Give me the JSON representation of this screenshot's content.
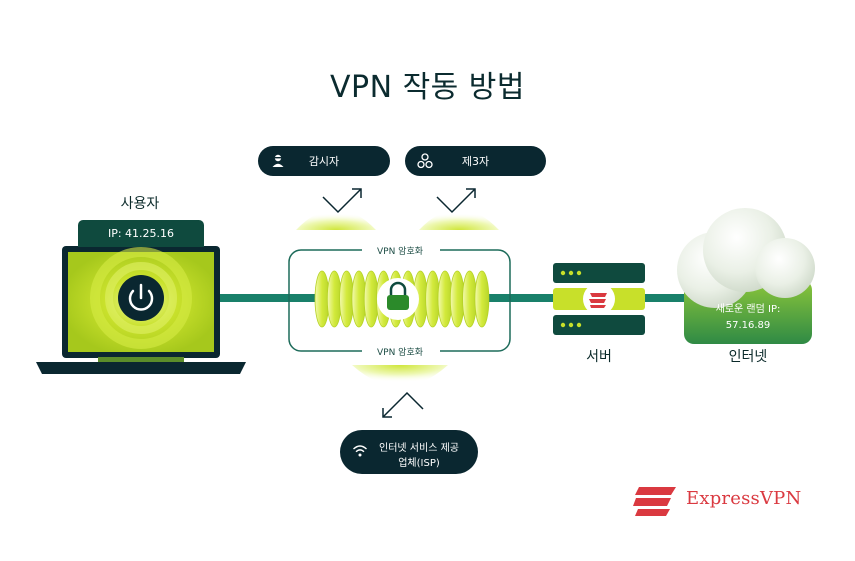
{
  "title": "VPN 작동 방법",
  "observer_pill": {
    "label": "감시자",
    "icon": "person-icon"
  },
  "third_party_pill": {
    "label": "제3자",
    "icon": "group-icon"
  },
  "user": {
    "label": "사용자",
    "ip": "IP: 41.25.16"
  },
  "encryption": {
    "top_label": "VPN 암호화",
    "bottom_label": "VPN 암호화"
  },
  "server": {
    "label": "서버"
  },
  "internet": {
    "label": "인터넷",
    "new_ip_line1": "새로운 랜덤 IP:",
    "new_ip_line2": "57.16.89"
  },
  "isp_pill": {
    "line1": "인터넷 서비스 제공",
    "line2": "업체(ISP)",
    "icon": "wifi-icon"
  },
  "brand": {
    "name": "ExpressVPN"
  },
  "colors": {
    "dark": "#0a2730",
    "green_line": "#19806a",
    "lime": "#c8e02a",
    "brand_red": "#da3940"
  }
}
